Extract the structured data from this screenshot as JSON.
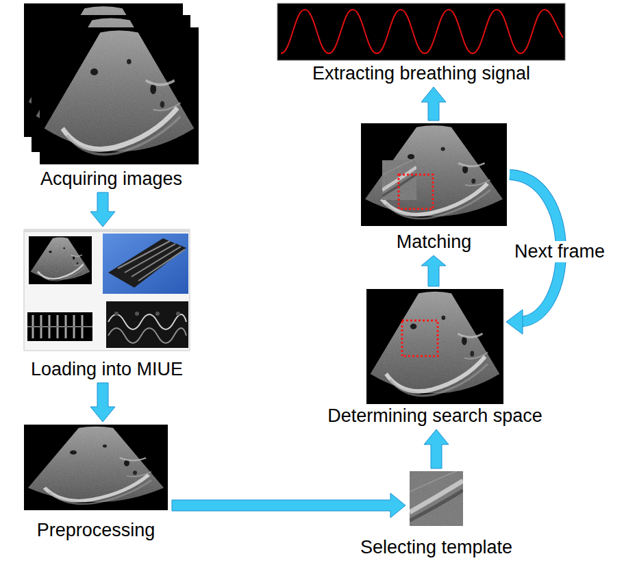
{
  "diagram": {
    "nodes": [
      {
        "text": [
          "Acquiring images"
        ]
      },
      {
        "text": [
          "Loading into MIUE"
        ]
      },
      {
        "text": [
          "Preprocessing"
        ]
      },
      {
        "text": [
          "Selecting template"
        ]
      },
      {
        "text": [
          "Determining search space"
        ]
      },
      {
        "text": [
          "Matching"
        ]
      },
      {
        "text": [
          "Extracting breathing signal"
        ]
      }
    ],
    "edges": [
      {
        "from": 0,
        "to": 1,
        "arrow": "to"
      },
      {
        "from": 1,
        "to": 2,
        "arrow": "to"
      },
      {
        "from": 2,
        "to": 3,
        "arrow": "to"
      },
      {
        "from": 3,
        "to": 4,
        "arrow": "to"
      },
      {
        "from": 4,
        "to": 5,
        "arrow": "to"
      },
      {
        "from": 5,
        "to": 6,
        "arrow": "to"
      },
      {
        "from": 5,
        "to": 4,
        "arrow": "to",
        "label": "Next frame"
      }
    ]
  }
}
